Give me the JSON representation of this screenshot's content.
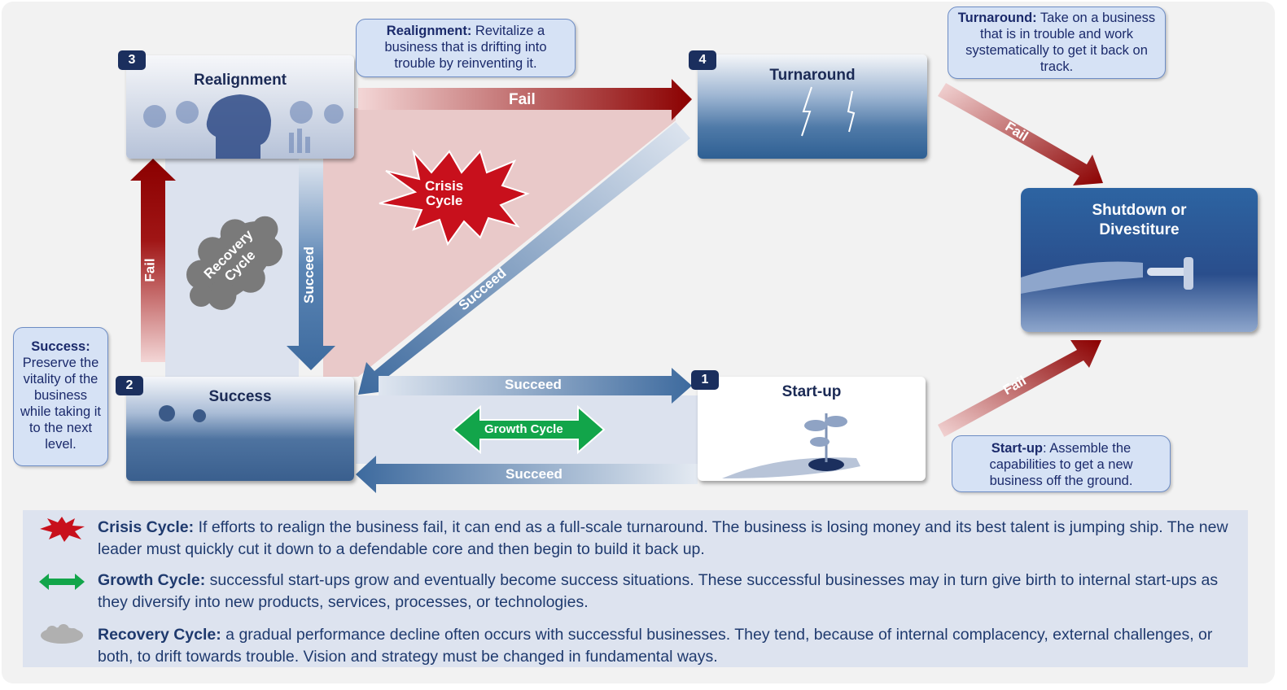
{
  "stages": {
    "realignment": {
      "number": "3",
      "title": "Realignment"
    },
    "turnaround": {
      "number": "4",
      "title": "Turnaround"
    },
    "success": {
      "number": "2",
      "title": "Success"
    },
    "startup": {
      "number": "1",
      "title": "Start-up"
    },
    "shutdown": {
      "title_line1": "Shutdown or",
      "title_line2": "Divestiture"
    }
  },
  "callouts": {
    "realignment": {
      "term": "Realignment:",
      "text": " Revitalize a business that is drifting into trouble by reinventing it."
    },
    "turnaround": {
      "term": "Turnaround:",
      "text": " Take on a business that is in trouble and work systematically to get it back on track."
    },
    "success": {
      "term": "Success:",
      "text": " Preserve the vitality of the business while taking it to the next level."
    },
    "startup": {
      "term": "Start-up",
      "text": ": Assemble the capabilities to get a new business off the ground."
    }
  },
  "arrows": {
    "fail": "Fail",
    "succeed": "Succeed"
  },
  "cycles": {
    "crisis_line1": "Crisis",
    "crisis_line2": "Cycle",
    "recovery_line1": "Recovery",
    "recovery_line2": "Cycle",
    "growth": "Growth Cycle"
  },
  "legend": [
    {
      "icon": "crisis-star-icon",
      "term": "Crisis Cycle:",
      "text": " If efforts to realign the business fail, it can end as a full-scale turnaround. The business is losing money and its best talent is jumping ship. The new leader must quickly cut it down to a defendable core and then begin to build it back up."
    },
    {
      "icon": "growth-double-arrow-icon",
      "term": "Growth Cycle:",
      "text": " successful start-ups grow and eventually become success situations. These successful businesses may in turn give birth to internal start-ups as they diversify into new products, services, processes, or technologies."
    },
    {
      "icon": "recovery-cloud-icon",
      "term": "Recovery Cycle:",
      "text": " a gradual performance decline often occurs with successful businesses. They tend, because of internal complacency, external challenges, or both, to drift towards trouble. Vision and strategy must be changed in fundamental ways."
    }
  ],
  "colors": {
    "fail": "#8b0000",
    "succeed": "#3d6a9e",
    "growth": "#12a54a",
    "navy": "#1b2f5e"
  }
}
